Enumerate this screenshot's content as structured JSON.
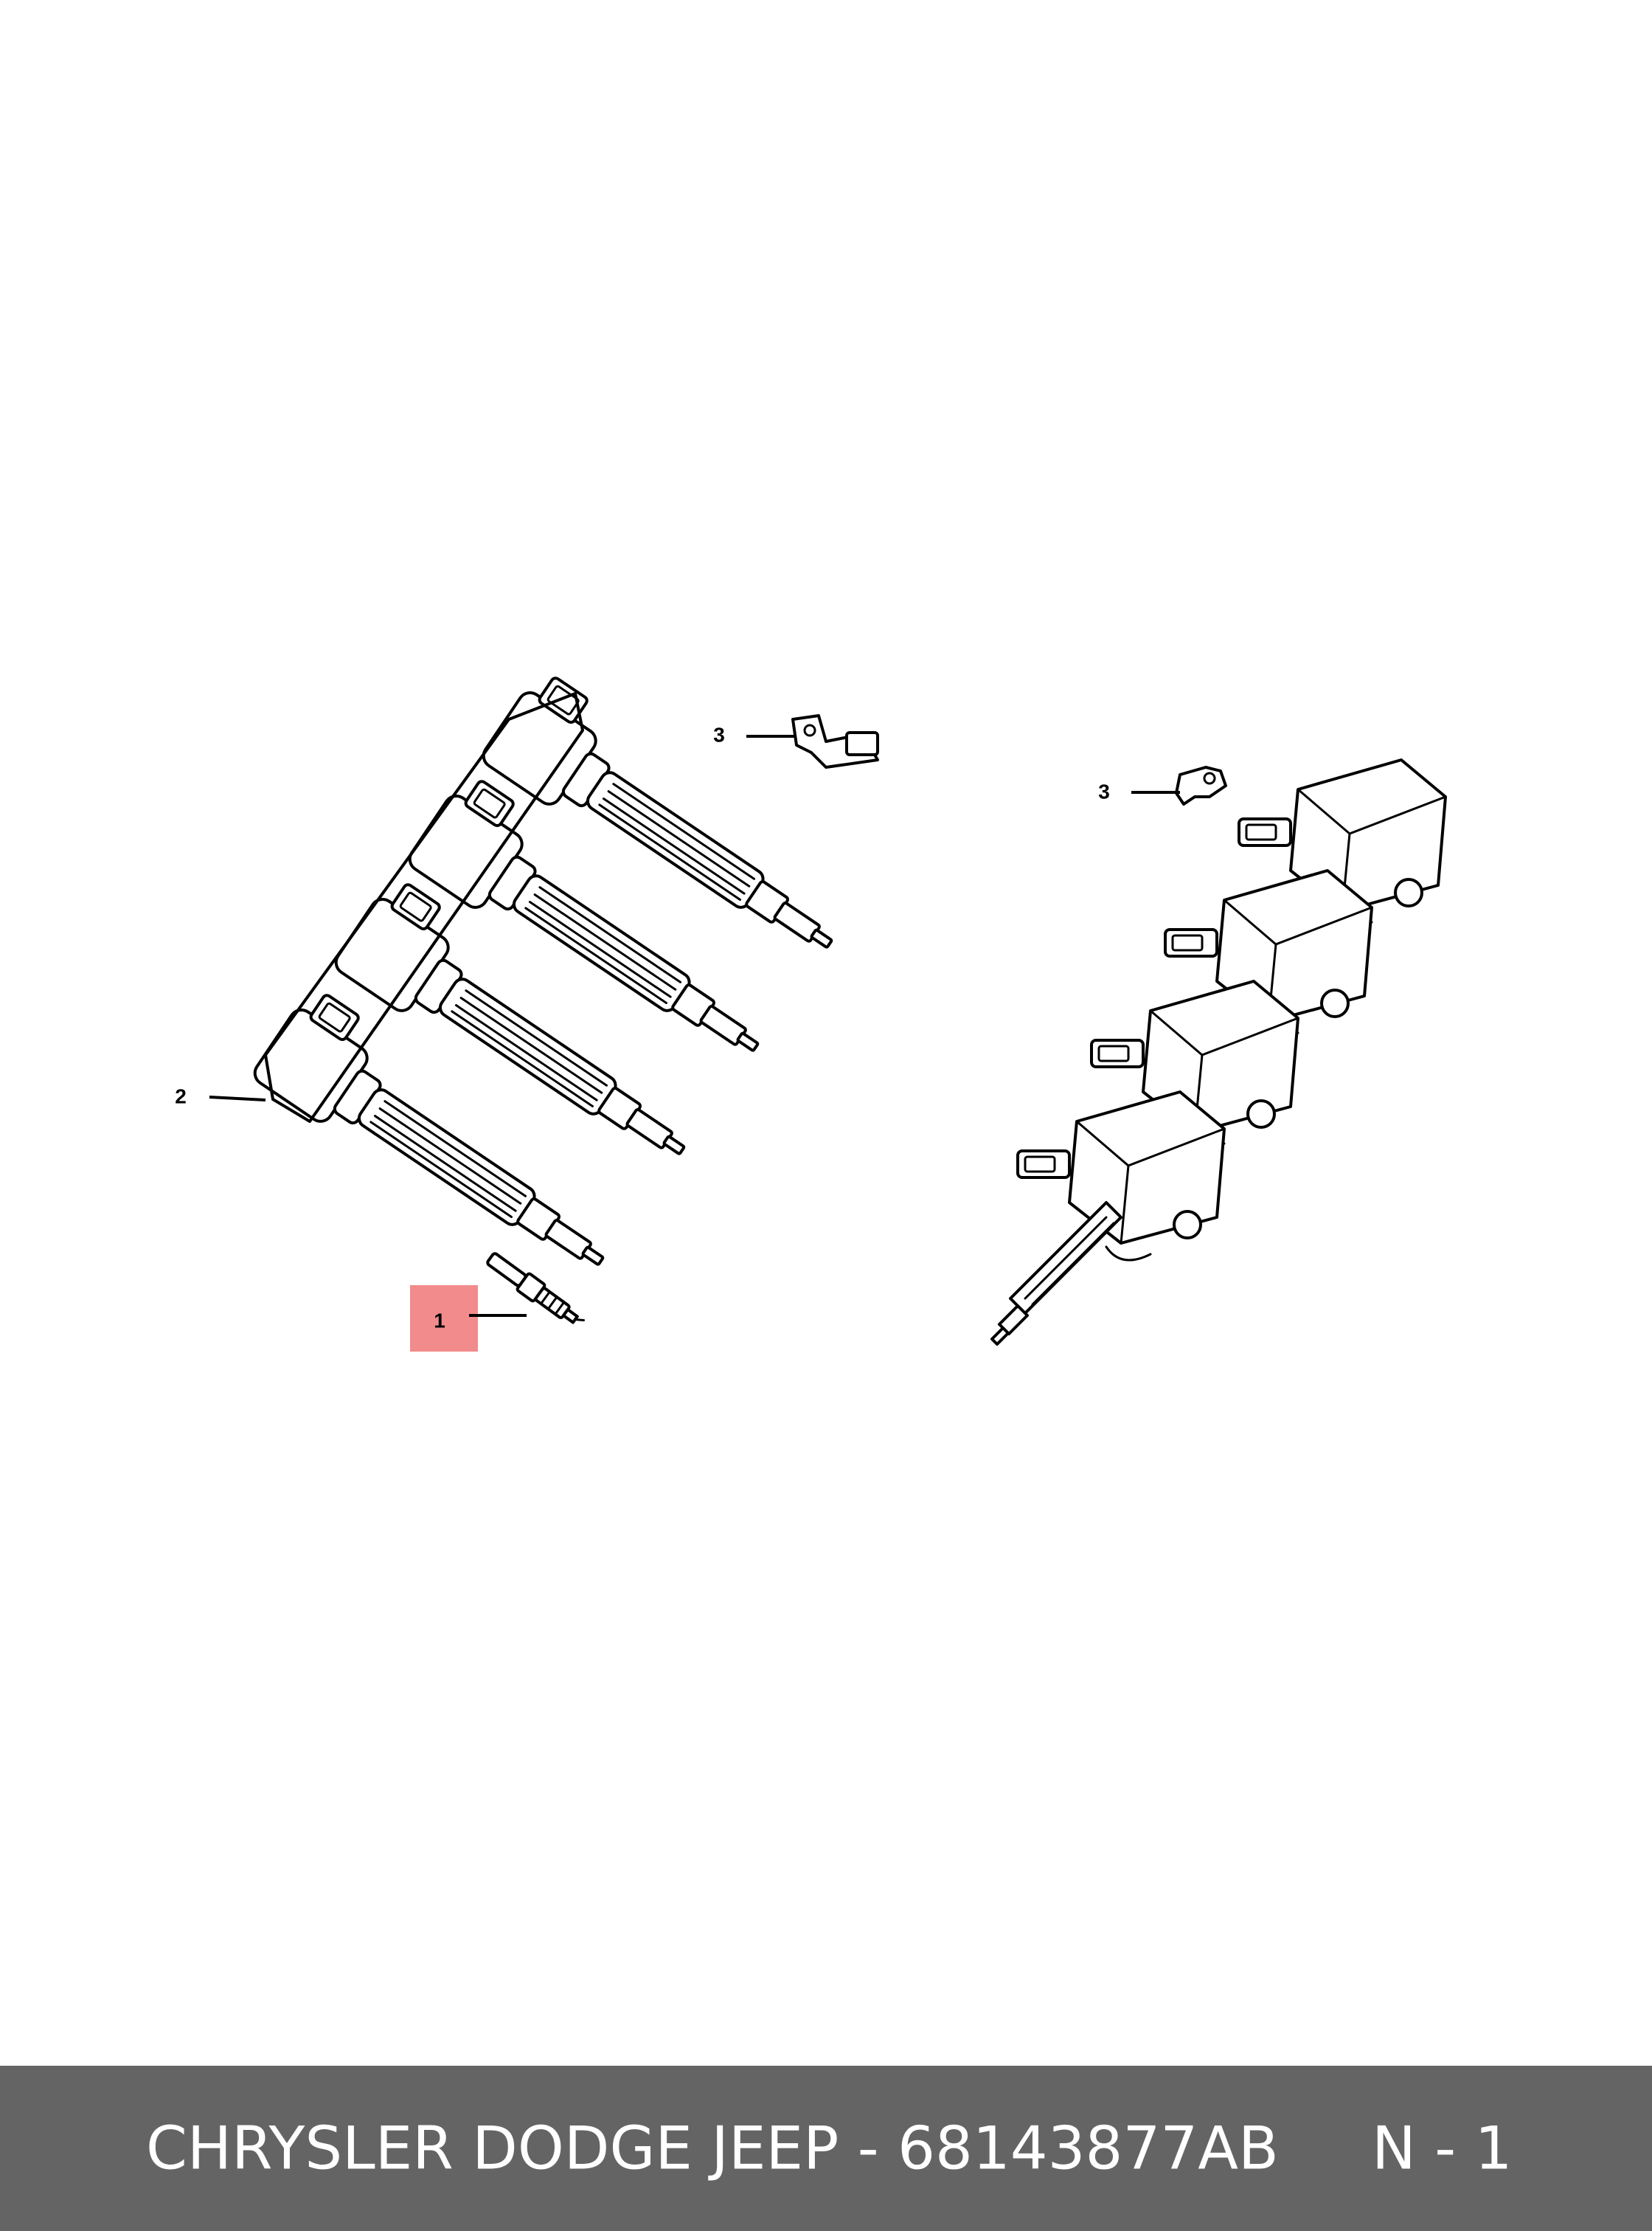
{
  "callouts": {
    "spark_plug": "1",
    "coil_pack": "2",
    "bracket_top": "3",
    "bracket_right": "3"
  },
  "footer": {
    "part_text": "CHRYSLER DODGE JEEP - 68143877AB",
    "page_text": "N - 1"
  },
  "colors": {
    "highlight": "#f28b8b",
    "footer_bg": "#646464",
    "footer_text": "#ffffff"
  }
}
